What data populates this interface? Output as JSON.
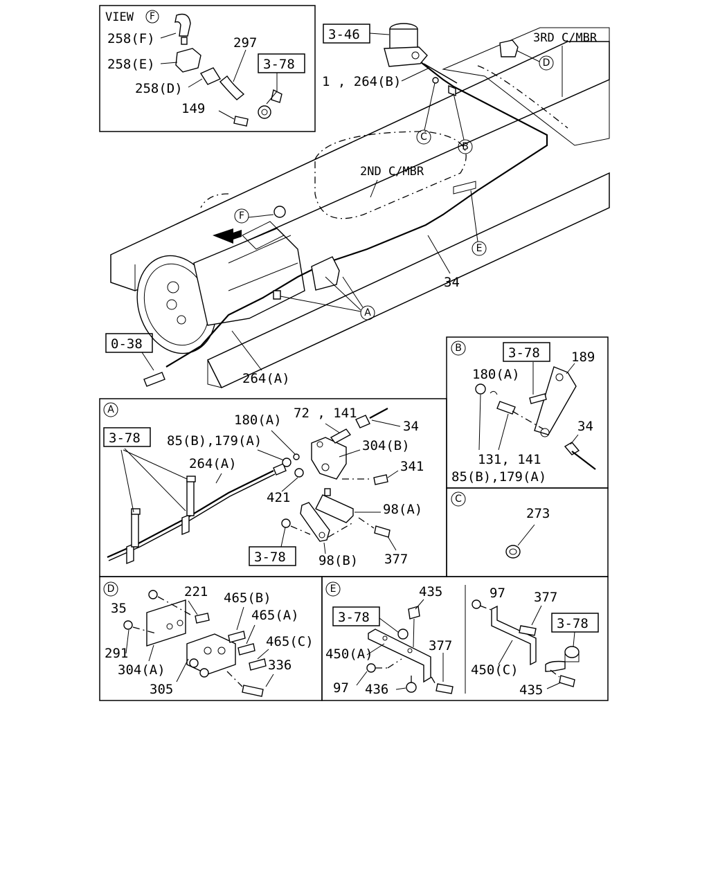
{
  "view_f": {
    "title": "VIEW",
    "circle": "F",
    "labels": [
      "258(F)",
      "258(E)",
      "258(D)",
      "297",
      "149"
    ],
    "ref": "3-78"
  },
  "main": {
    "ref_top": "3-46",
    "ref_left": "0-38",
    "labels": {
      "third_mbr": "3RD C/MBR",
      "second_mbr": "2ND C/MBR",
      "p1264b": "1 , 264(B)",
      "p34": "34",
      "p264a": "264(A)"
    },
    "callouts": [
      "A",
      "B",
      "C",
      "D",
      "E",
      "F"
    ]
  },
  "detail_a": {
    "circle": "A",
    "ref1": "3-78",
    "ref2": "3-78",
    "labels": [
      "180(A)",
      "72 , 141",
      "34",
      "85(B),179(A)",
      "304(B)",
      "264(A)",
      "341",
      "421",
      "98(A)",
      "98(B)",
      "377"
    ]
  },
  "detail_b": {
    "circle": "B",
    "ref": "3-78",
    "labels": [
      "189",
      "180(A)",
      "34",
      "131, 141",
      "85(B),179(A)"
    ]
  },
  "detail_c": {
    "circle": "C",
    "labels": [
      "273"
    ]
  },
  "detail_d": {
    "circle": "D",
    "labels": [
      "221",
      "35",
      "465(B)",
      "465(A)",
      "465(C)",
      "291",
      "304(A)",
      "336",
      "305"
    ]
  },
  "detail_e": {
    "circle": "E",
    "ref1": "3-78",
    "ref2": "3-78",
    "labels": [
      "435",
      "97",
      "377",
      "450(A)",
      "377",
      "97",
      "436",
      "450(C)",
      "435"
    ]
  }
}
